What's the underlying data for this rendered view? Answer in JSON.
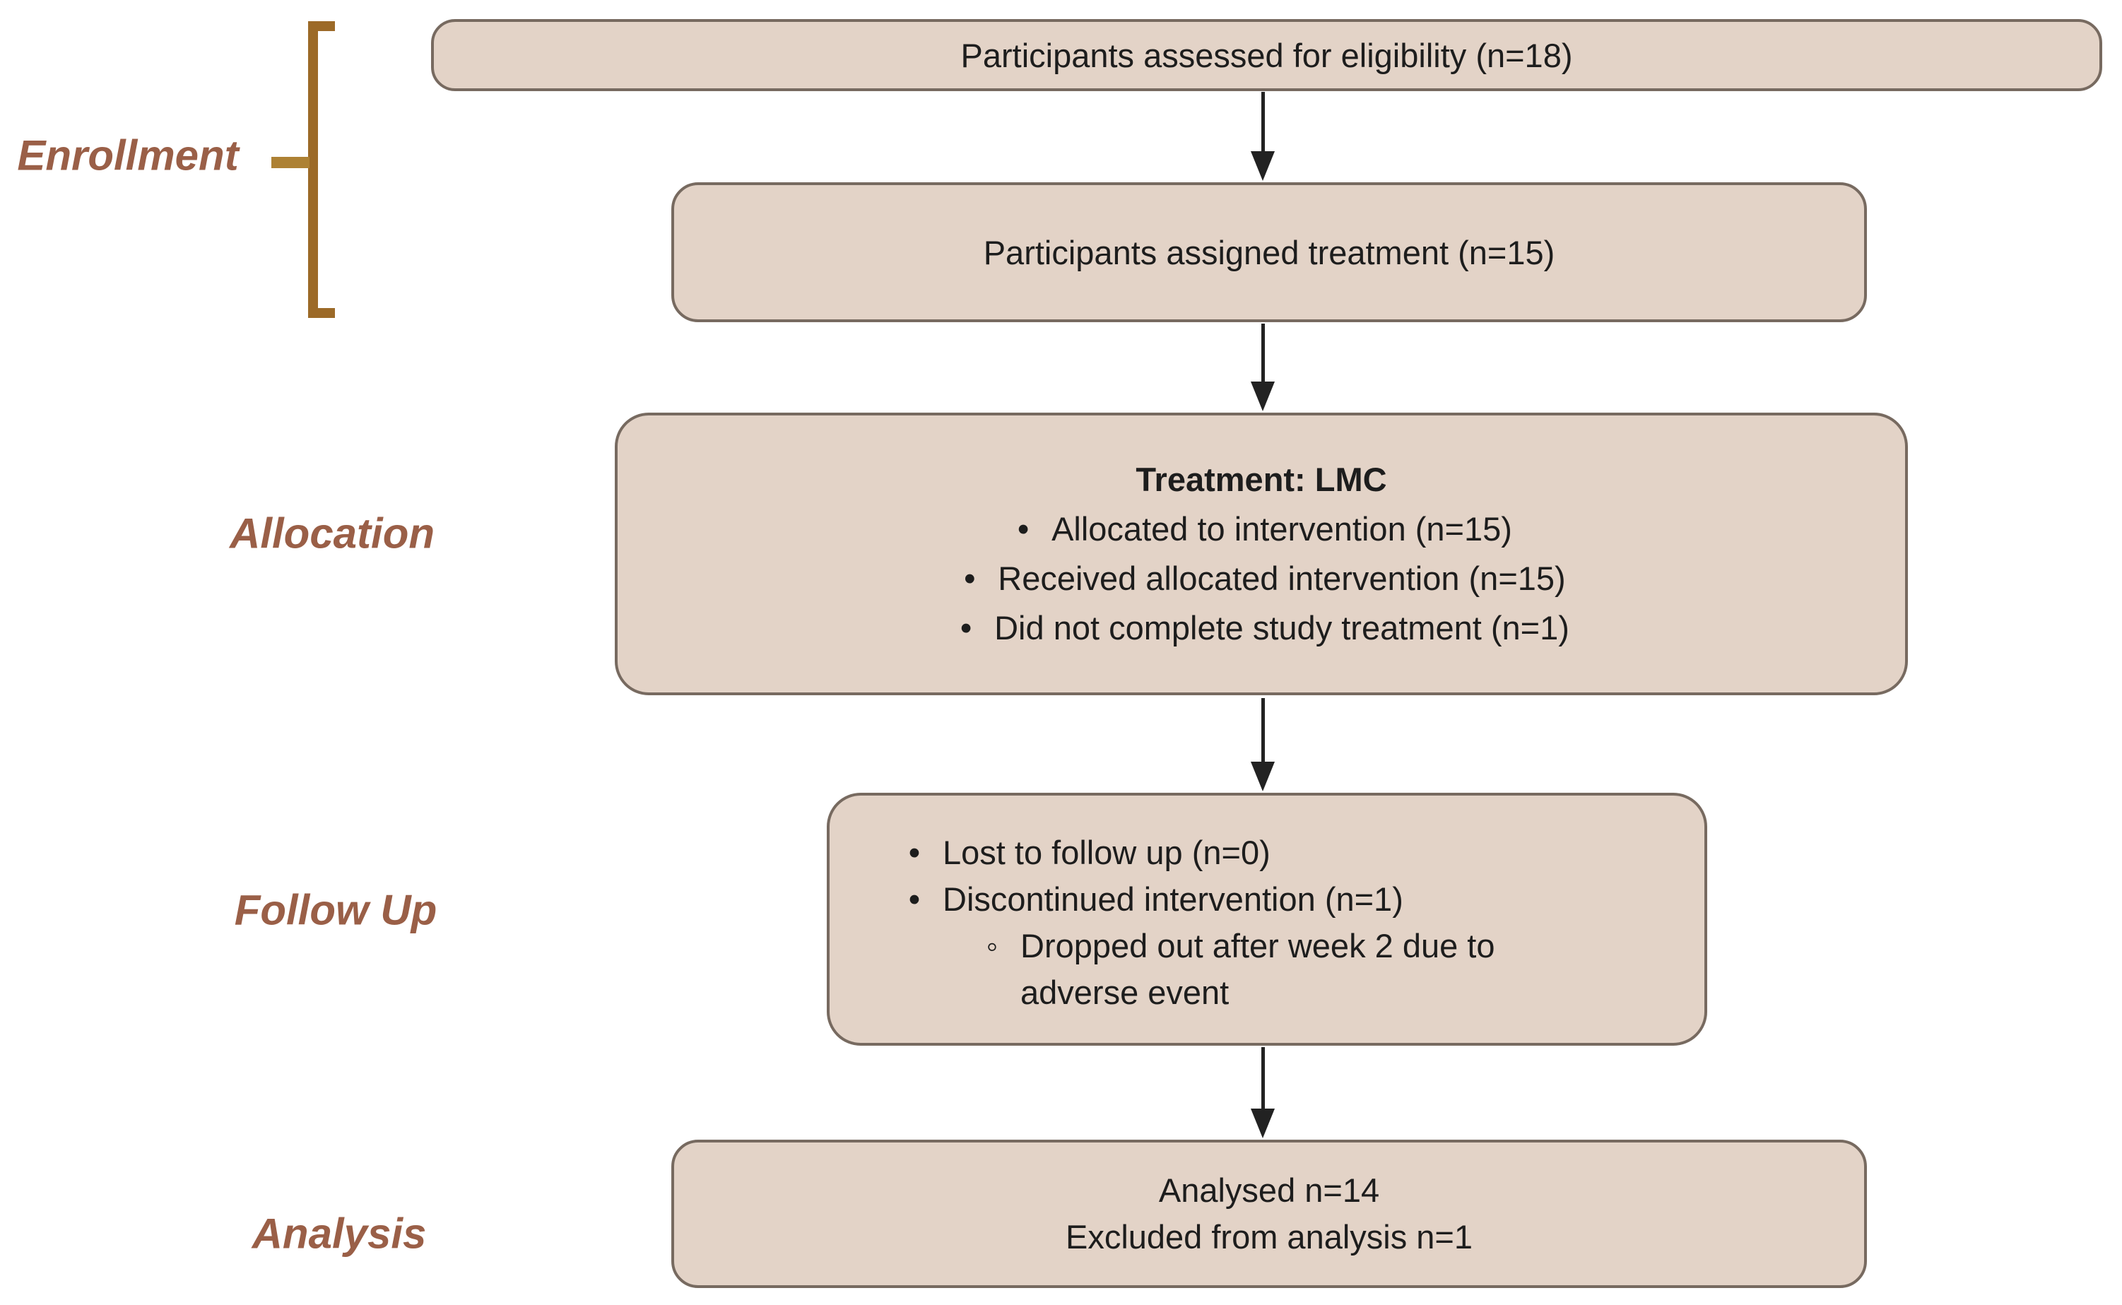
{
  "diagram": {
    "type": "flowchart",
    "stage_labels": [
      "Enrollment",
      "Allocation",
      "Follow Up",
      "Analysis"
    ],
    "markers": {
      "bullet": "•",
      "sub_bullet": "◦"
    },
    "boxes": {
      "eligibility": {
        "text": "Participants assessed for eligibility (n=18)"
      },
      "assigned": {
        "text": "Participants assigned treatment (n=15)"
      },
      "treatment": {
        "title": "Treatment: LMC",
        "bullets": [
          "Allocated to intervention (n=15)",
          "Received allocated intervention (n=15)",
          "Did not complete study treatment (n=1)"
        ]
      },
      "follow_up": {
        "bullets": [
          "Lost to follow up (n=0)",
          "Discontinued intervention (n=1)"
        ],
        "sub_bullets": [
          "Dropped out after week 2 due to adverse event"
        ]
      },
      "analysis": {
        "lines": [
          "Analysed n=14",
          "Excluded from analysis n=1"
        ]
      }
    },
    "colors": {
      "box_fill": "#e3d3c7",
      "box_border": "#776a60",
      "label_text": "#9a5f47",
      "bracket": "#9c6a28",
      "bracket_tick": "#ad8134",
      "arrow": "#222222",
      "text": "#1d1d1d",
      "background": "#ffffff"
    }
  }
}
